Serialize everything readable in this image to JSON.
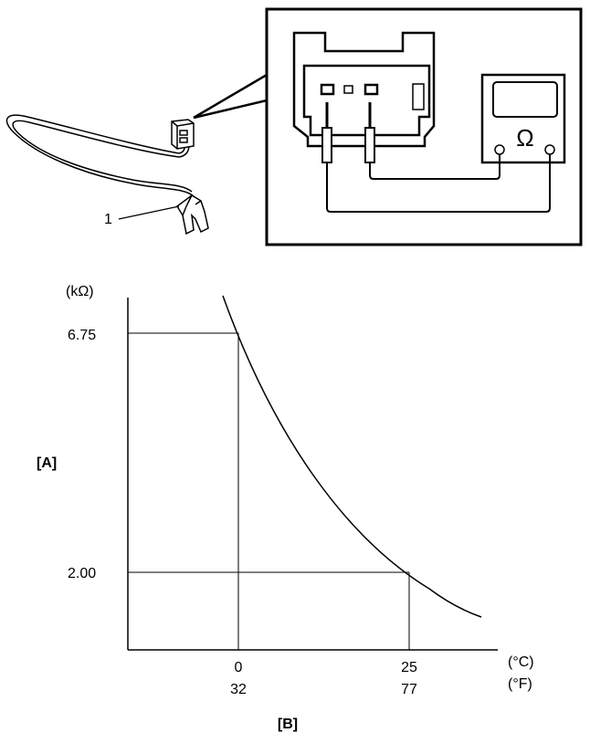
{
  "callout": {
    "part_number": "1"
  },
  "meter": {
    "symbol": "Ω"
  },
  "graph": {
    "y_unit": "(kΩ)",
    "y_ticks": [
      "6.75",
      "2.00"
    ],
    "x_ticks_c": [
      "0",
      "25"
    ],
    "x_ticks_f": [
      "32",
      "77"
    ],
    "x_unit_c": "(°C)",
    "x_unit_f": "(°F)",
    "label_a": "[A]",
    "label_b": "[B]"
  },
  "chart_data": {
    "type": "line",
    "series": [
      {
        "x": [
          0,
          25
        ],
        "y": [
          6.75,
          2.0
        ]
      }
    ],
    "x_axis": {
      "celsius": [
        0,
        25
      ],
      "fahrenheit": [
        32,
        77
      ]
    },
    "y_axis": {
      "values": [
        6.75,
        2.0
      ]
    }
  }
}
